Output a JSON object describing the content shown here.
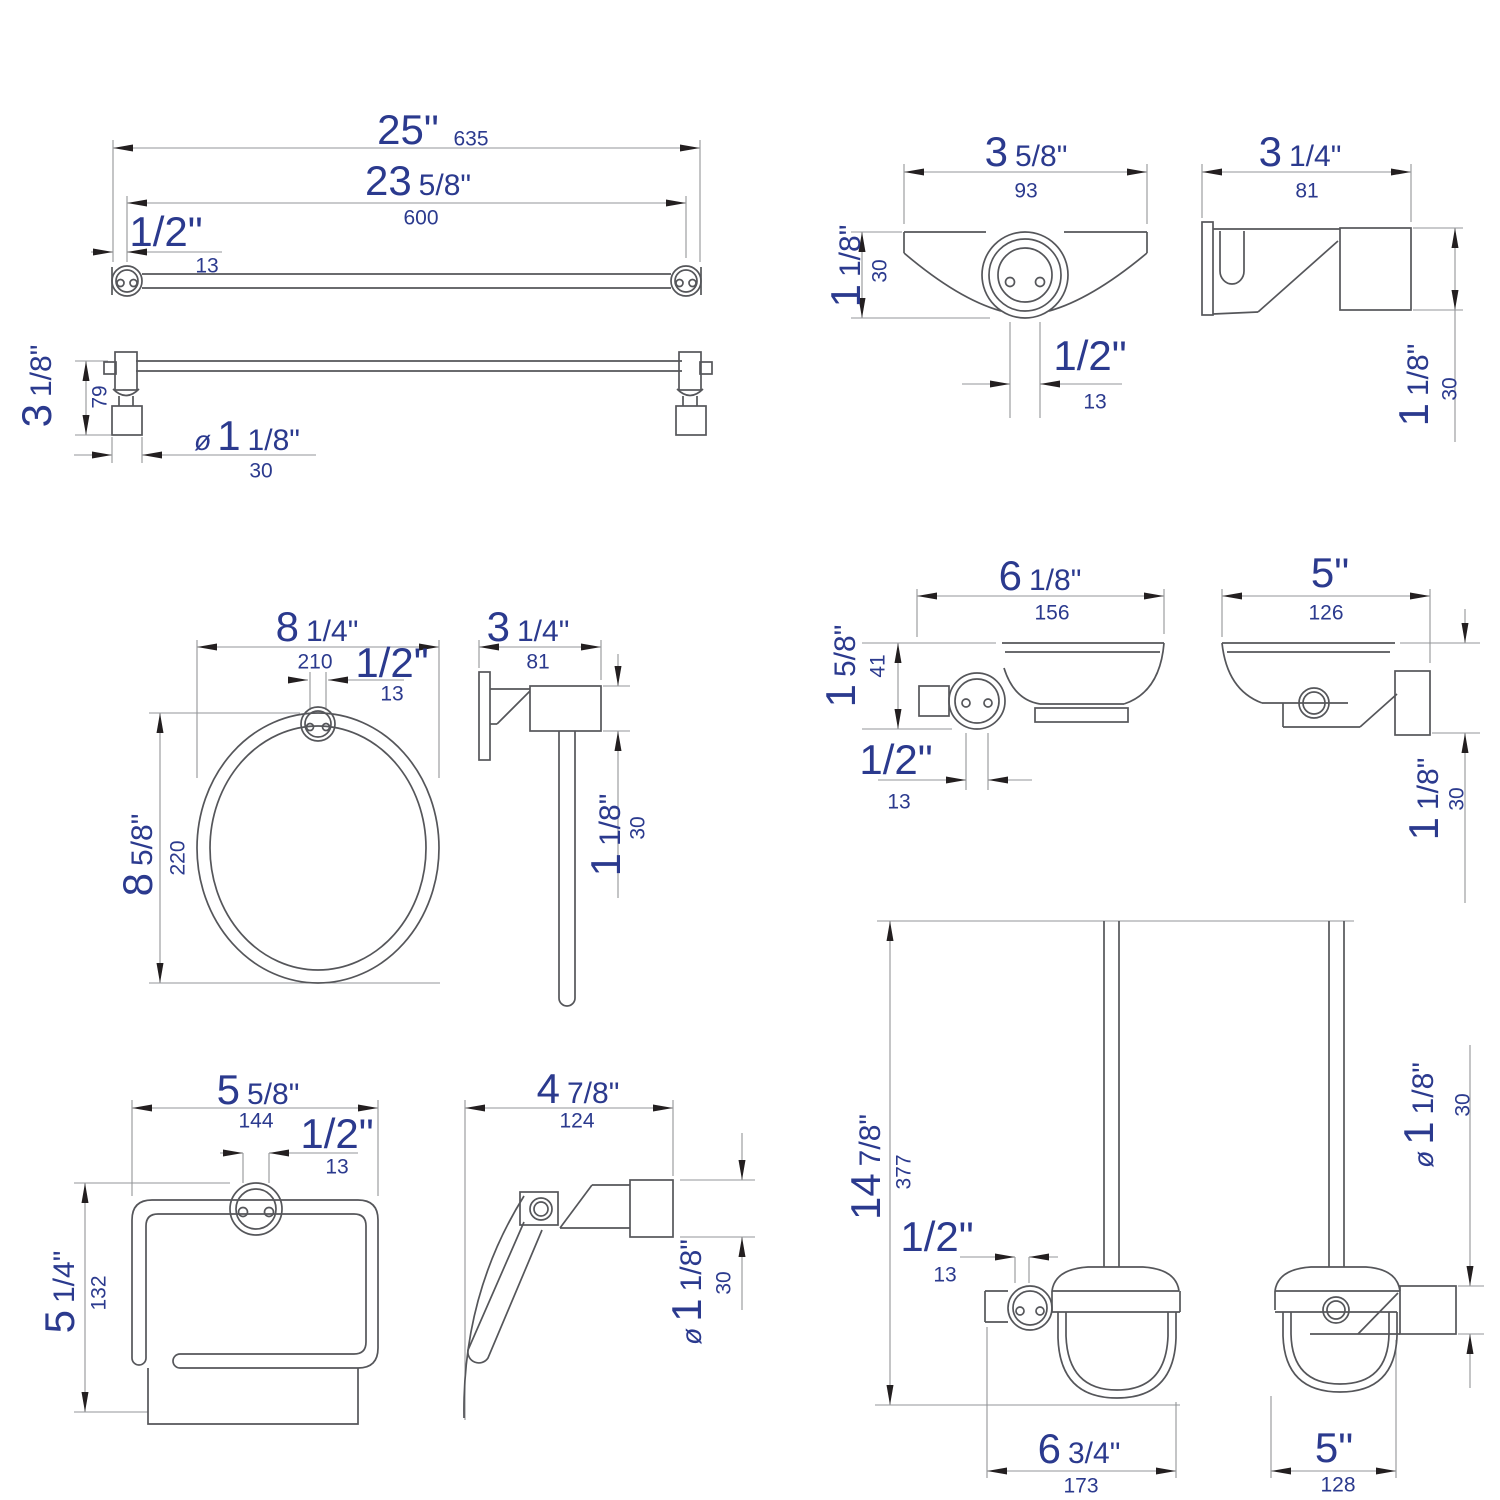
{
  "colors": {
    "dimension_text": "#2b3a8e",
    "object_line": "#55565a",
    "dim_line": "#939598",
    "arrow": "#231f20",
    "background": "#ffffff"
  },
  "towel_bar": {
    "front": {
      "overall": {
        "main": "25\"",
        "mm": "635"
      },
      "centers": {
        "main": "23",
        "frac": "5/8\"",
        "mm": "600"
      },
      "offset": {
        "main": "1/2\"",
        "mm": "13"
      }
    },
    "side": {
      "height": {
        "main": "3",
        "frac": "1/8\"",
        "mm": "79"
      },
      "diameter": {
        "pre": "ø",
        "main": "1",
        "frac": "1/8\"",
        "mm": "30"
      }
    }
  },
  "robe_hook": {
    "front": {
      "width": {
        "main": "3",
        "frac": "5/8\"",
        "mm": "93"
      },
      "height": {
        "main": "1",
        "frac": "1/8\"",
        "mm": "30"
      },
      "offset": {
        "main": "1/2\"",
        "mm": "13"
      }
    },
    "side": {
      "depth": {
        "main": "3",
        "frac": "1/4\"",
        "mm": "81"
      },
      "height": {
        "main": "1",
        "frac": "1/8\"",
        "mm": "30"
      }
    }
  },
  "towel_ring": {
    "front": {
      "width": {
        "main": "8",
        "frac": "1/4\"",
        "mm": "210"
      },
      "offset": {
        "main": "1/2\"",
        "mm": "13"
      },
      "height": {
        "main": "8",
        "frac": "5/8\"",
        "mm": "220"
      }
    },
    "side": {
      "depth": {
        "main": "3",
        "frac": "1/4\"",
        "mm": "81"
      },
      "height": {
        "main": "1",
        "frac": "1/8\"",
        "mm": "30"
      }
    }
  },
  "soap_dish": {
    "front": {
      "width": {
        "main": "6",
        "frac": "1/8\"",
        "mm": "156"
      },
      "height": {
        "main": "1",
        "frac": "5/8\"",
        "mm": "41"
      },
      "offset": {
        "main": "1/2\"",
        "mm": "13"
      }
    },
    "side": {
      "depth": {
        "main": "5\"",
        "mm": "126"
      },
      "height": {
        "main": "1",
        "frac": "1/8\"",
        "mm": "30"
      }
    }
  },
  "paper_holder": {
    "front": {
      "width": {
        "main": "5",
        "frac": "5/8\"",
        "mm": "144"
      },
      "offset": {
        "main": "1/2\"",
        "mm": "13"
      },
      "height": {
        "main": "5",
        "frac": "1/4\"",
        "mm": "132"
      }
    },
    "side": {
      "depth": {
        "main": "4",
        "frac": "7/8\"",
        "mm": "124"
      },
      "diameter": {
        "pre": "ø",
        "main": "1",
        "frac": "1/8\"",
        "mm": "30"
      }
    }
  },
  "toilet_brush": {
    "front": {
      "height": {
        "main": "14",
        "frac": "7/8\"",
        "mm": "377"
      },
      "offset": {
        "main": "1/2\"",
        "mm": "13"
      },
      "width": {
        "main": "6",
        "frac": "3/4\"",
        "mm": "173"
      }
    },
    "side": {
      "diameter": {
        "pre": "ø",
        "main": "1",
        "frac": "1/8\"",
        "mm": "30"
      },
      "depth": {
        "main": "5\"",
        "mm": "128"
      }
    }
  }
}
